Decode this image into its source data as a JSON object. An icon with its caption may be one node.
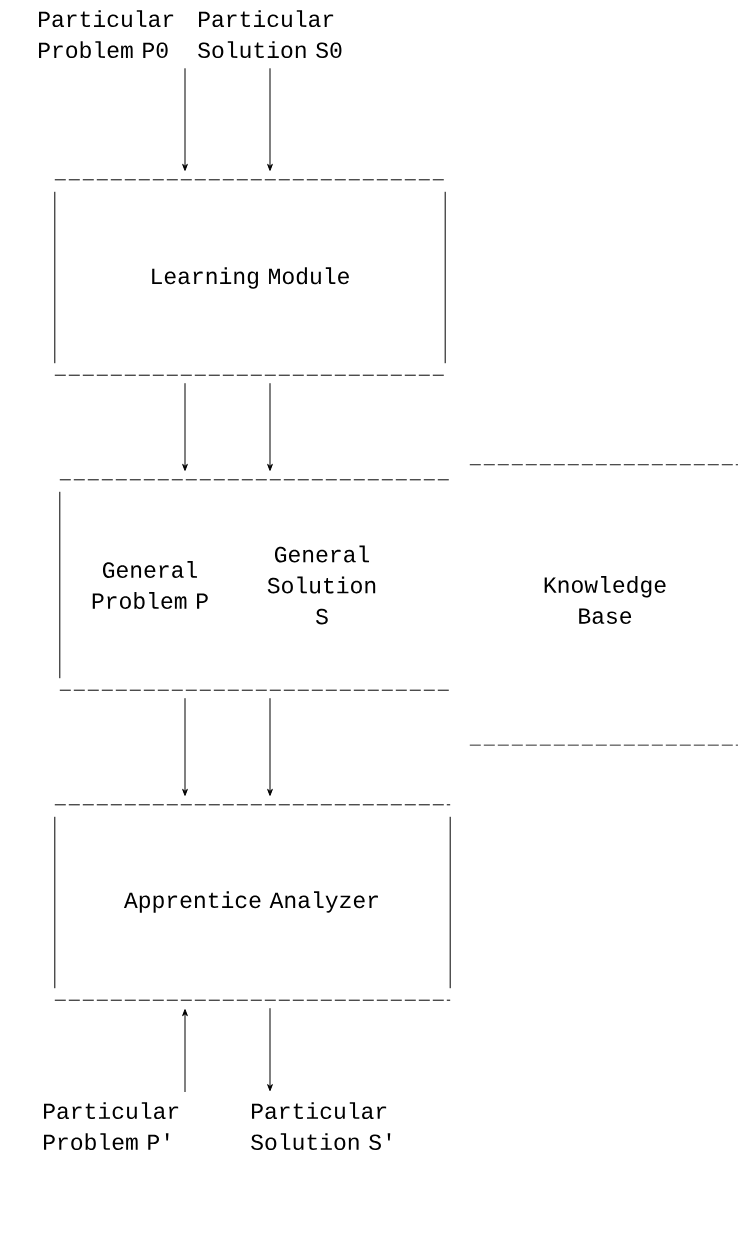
{
  "diagram": {
    "nodes": [
      {
        "text": [
          "Particular Problem P0"
        ]
      },
      {
        "text": [
          "Particular Solution S0"
        ]
      },
      {
        "text": [
          "Learning Module"
        ]
      },
      {
        "text": [
          "General Problem P",
          "General Solution S"
        ]
      },
      {
        "text": [
          "Knowledge Base"
        ]
      },
      {
        "text": [
          "Apprentice Analyzer"
        ]
      },
      {
        "text": [
          "Particular Problem P'"
        ]
      },
      {
        "text": [
          "Particular Solution S'"
        ]
      }
    ],
    "edges": [
      {
        "from": 0,
        "to": 2,
        "arrow": "to"
      },
      {
        "from": 1,
        "to": 2,
        "arrow": "to"
      },
      {
        "from": 2,
        "to": 3,
        "arrow": "to"
      },
      {
        "from": 2,
        "to": 3,
        "arrow": "to"
      },
      {
        "from": 3,
        "to": 5,
        "arrow": "to"
      },
      {
        "from": 3,
        "to": 5,
        "arrow": "to"
      },
      {
        "from": 6,
        "to": 5,
        "arrow": "to"
      },
      {
        "from": 5,
        "to": 7,
        "arrow": "to"
      }
    ]
  }
}
